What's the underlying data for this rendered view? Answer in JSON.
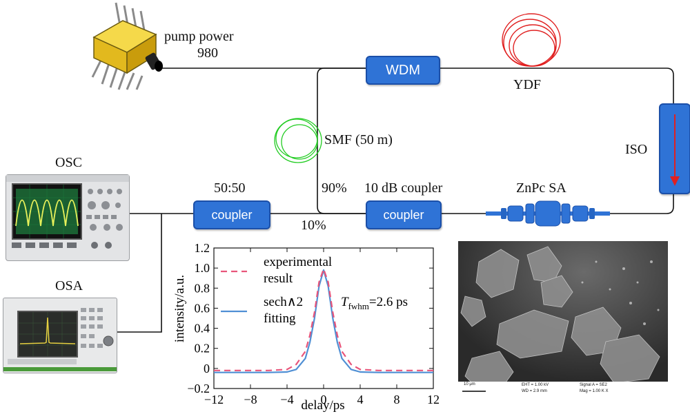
{
  "labels": {
    "pump": "pump power",
    "pump_wl": "980",
    "wdm": "WDM",
    "ydf": "YDF",
    "smf": "SMF (50 m)",
    "iso": "ISO",
    "osc": "OSC",
    "osa": "OSA",
    "ratio_5050": "50:50",
    "coupler": "coupler",
    "coupler_10db": "10 dB coupler",
    "pct90": "90%",
    "pct10": "10%",
    "zns": "ZnPc SA",
    "tfwhm_T": "T",
    "tfwhm_sub": "fwhm",
    "tfwhm_val": "=2.6 ps"
  },
  "colors": {
    "component": "#2f73d6",
    "fiber_line": "#111111",
    "ydf_coil": "#e02020",
    "smf_coil": "#22cc22",
    "exp_curve": "#e8557a",
    "fit_curve": "#4f8fd4"
  },
  "sem": {
    "bar": "10 μm",
    "line1": "EHT = 1.00 kV",
    "line2": "WD = 2.9 mm",
    "line3": "Signal A = SE2",
    "line4": "Mag = 1.00 K X"
  },
  "chart_data": {
    "type": "line",
    "xlabel": "delay/ps",
    "ylabel": "intensity/a.u.",
    "xlim": [
      -12,
      12
    ],
    "ylim": [
      -0.2,
      1.2
    ],
    "xticks": [
      -12,
      -8,
      -4,
      0,
      4,
      8,
      12
    ],
    "yticks": [
      -0.2,
      0,
      0.2,
      0.4,
      0.6,
      0.8,
      1.0,
      1.2
    ],
    "ytick_labels": [
      "−0.2",
      "0",
      "0.2",
      "0.4",
      "0.6",
      "0.8",
      "1.0",
      "1.2"
    ],
    "xtick_labels": [
      "−12",
      "−8",
      "−4",
      "0",
      "4",
      "8",
      "12"
    ],
    "legend": {
      "placement": "top-left",
      "entries": [
        "experimental",
        "result",
        "sech∧2",
        "fitting"
      ]
    },
    "series": [
      {
        "name": "experimental result",
        "style": "dashed",
        "x": [
          -12,
          -6,
          -4,
          -3,
          -2,
          -1.5,
          -1,
          -0.5,
          0,
          0.5,
          1,
          1.5,
          2,
          3,
          4,
          6,
          12
        ],
        "y": [
          -0.02,
          -0.02,
          -0.01,
          0.04,
          0.17,
          0.33,
          0.56,
          0.86,
          0.99,
          0.86,
          0.56,
          0.33,
          0.17,
          0.04,
          -0.01,
          -0.02,
          -0.02
        ]
      },
      {
        "name": "sech∧2 fitting",
        "style": "solid",
        "x": [
          -12,
          -6,
          -4,
          -3,
          -2,
          -1.5,
          -1,
          -0.5,
          0,
          0.5,
          1,
          1.5,
          2,
          3,
          4,
          6,
          12
        ],
        "y": [
          -0.04,
          -0.04,
          -0.035,
          -0.01,
          0.1,
          0.26,
          0.5,
          0.82,
          0.98,
          0.82,
          0.5,
          0.26,
          0.1,
          -0.01,
          -0.035,
          -0.04,
          -0.04
        ]
      }
    ]
  }
}
